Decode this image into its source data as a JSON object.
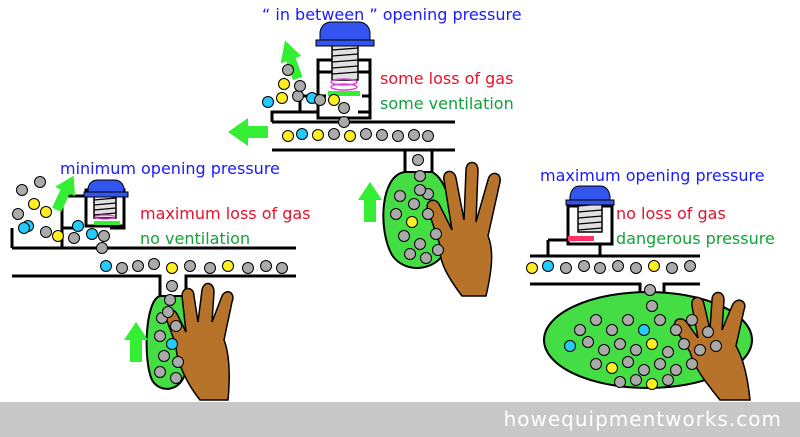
{
  "panels": {
    "middle": {
      "title": "“ in between ” opening pressure",
      "gas_loss": "some loss of gas",
      "ventilation": "some ventilation"
    },
    "left": {
      "title": "minimum opening pressure",
      "gas_loss": "maximum loss of gas",
      "ventilation": "no ventilation"
    },
    "right": {
      "title": "maximum opening pressure",
      "gas_loss": "no loss of gas",
      "ventilation": "dangerous pressure"
    }
  },
  "footer": {
    "site": "howequipmentworks.com"
  },
  "colors": {
    "valve_cap": "#3355ee",
    "bag": "#44dd44",
    "hand": "#b8732a",
    "arrow": "#33ee33",
    "molecule_grey": "#aaaaaa",
    "molecule_yellow": "#ffee22",
    "molecule_cyan": "#22ccff",
    "disc_open": "#33ee33",
    "disc_closed": "#ff3366",
    "spring": "#dd44dd"
  },
  "icons": [
    "valve-cap-icon",
    "spring-icon",
    "reservoir-bag-icon",
    "hand-icon",
    "flow-arrow-icon",
    "gas-molecule-icon"
  ]
}
